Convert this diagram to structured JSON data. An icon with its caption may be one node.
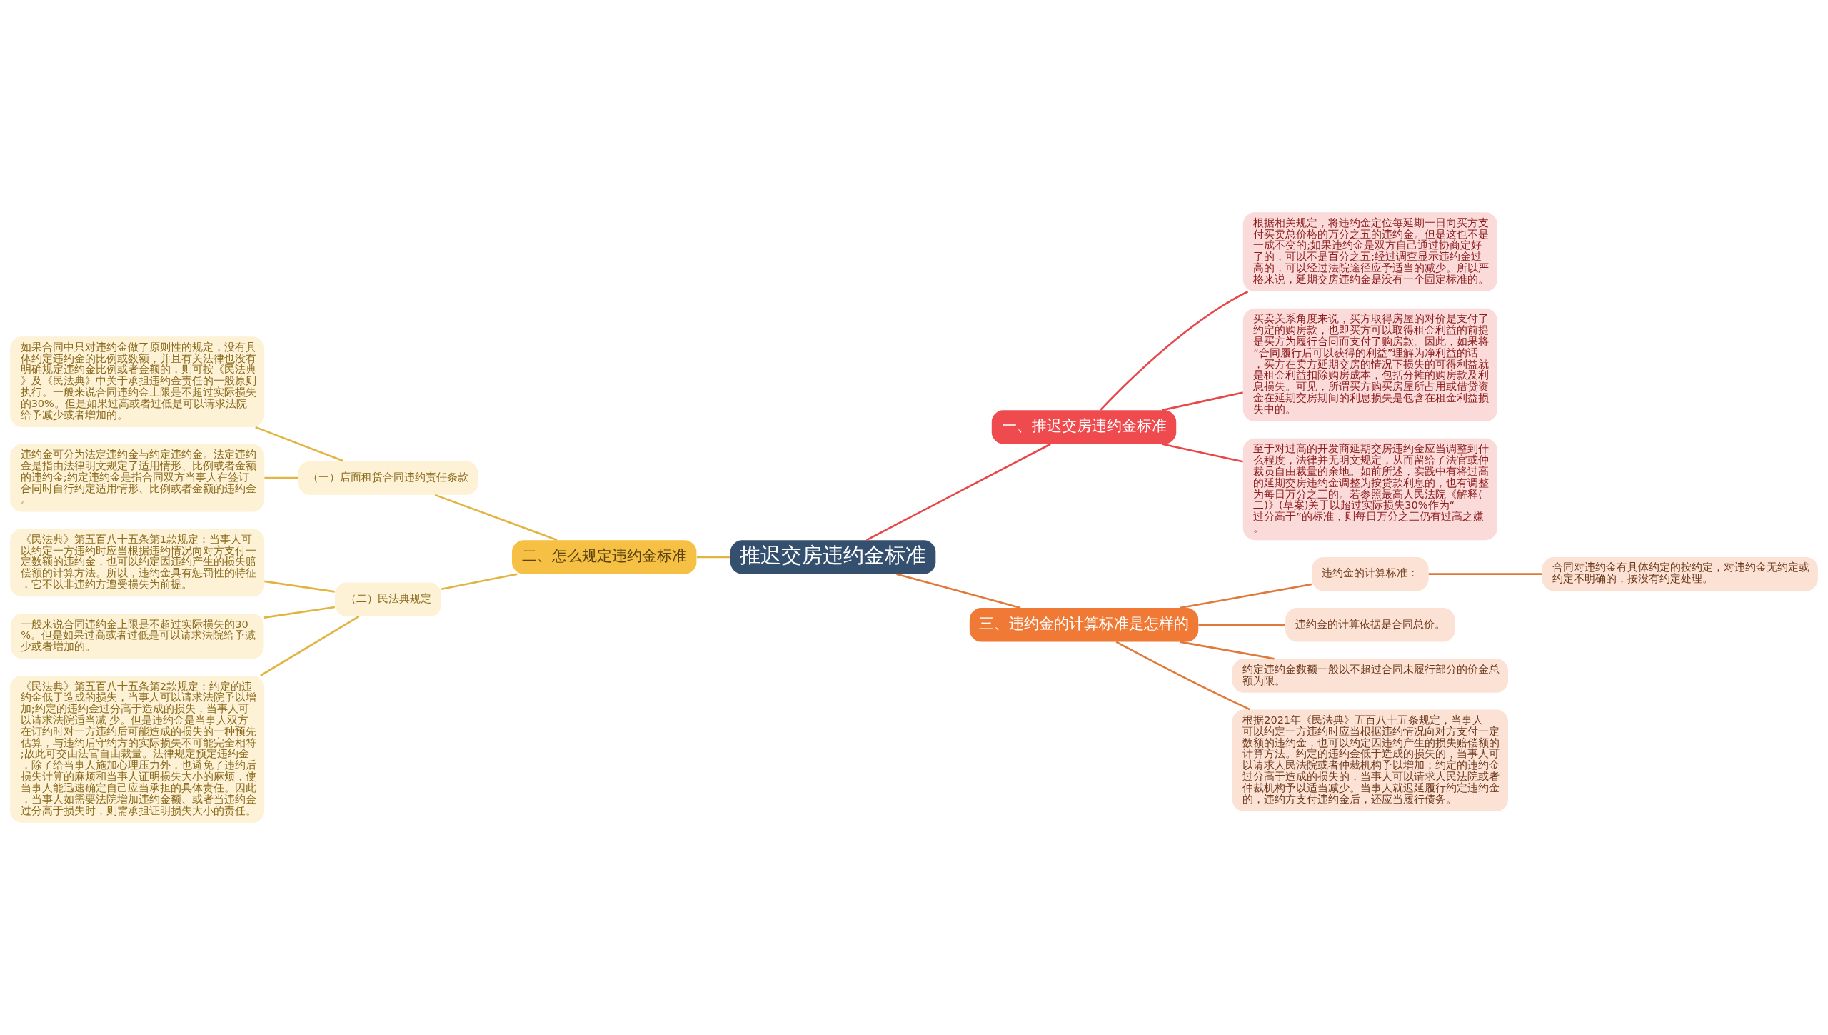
{
  "diagram": {
    "nodes": [
      {
        "text": [
          "推迟交房违约金标准"
        ]
      },
      {
        "text": [
          "一、推迟交房违约金标准"
        ]
      },
      {
        "text": [
          "根据相关规定，将违约金定位每延期一日向买方支付买卖总价格的万分之五的违约金。但是这也不是一成不变的;如果违约金是双方自己通过协商定好了的，可以不是百分之五;经过调查显示违约金过高的，可以经过法院途径应予适当的减少。所以严格来说，延期交房违约金是没有一个固定标准的。"
        ]
      },
      {
        "text": [
          "买卖关系角度来说，买方取得房屋的对价是支付了约定的购房款，也即买方可以取得租金利益的前提是买方为履行合同而支付了购房款。因此，如果将“合同履行后可以获得的利益”理解为净利益的话，买方在卖方延期交房的情况下损失的可得利益就是租金利益扣除购房成本，包括分摊的购房款及利息损失。可见，所谓买方购买房屋所占用或借贷资金在延期交房期间的利息损失是包含在租金利益损失中的。"
        ]
      },
      {
        "text": [
          "至于对过高的开发商延期交房违约金应当调整到什么程度，法律并无明文规定，从而留给了法官或仲裁员自由裁量的余地。如前所述，实践中有将过高的延期交房违约金调整为按贷款利息的，也有调整为每日万分之三的。若参照最高人民法院《解释(二)》(草案)关于以超过实际损失30%作为“过分高于”的标准，则每日万分之三仍有过高之嫌。"
        ]
      },
      {
        "text": [
          "二、怎么规定违约金标准"
        ]
      },
      {
        "text": [
          "（一）店面租赁合同违约责任条款"
        ]
      },
      {
        "text": [
          "如果合同中只对违约金做了原则性的规定，没有具体约定违约金的比例或数额，并且有关法律也没有明确规定违约金比例或者金额的，则可按《民法典》及《民法典》中关于承担违约金责任的一般原则执行。一般来说合同违约金上限是不超过实际损失的30%。但是如果过高或者过低是可以请求法院给予减少或者增加的。"
        ]
      },
      {
        "text": [
          "违约金可分为法定违约金与约定违约金。法定违约金是指由法律明文规定了适用情形、比例或者金额的违约金;约定违约金是指合同双方当事人在签订合同时自行约定适用情形、比例或者金额的违约金。"
        ]
      },
      {
        "text": [
          "（二）民法典规定"
        ]
      },
      {
        "text": [
          "《民法典》第五百八十五条第1款规定：当事人可以约定一方违约时应当根据违约情况向对方支付一定数额的违约金，也可以约定因违约产生的损失赔偿额的计算方法。所以，违约金具有惩罚性的特征，它不以非违约方遭受损失为前提。"
        ]
      },
      {
        "text": [
          "一般来说合同违约金上限是不超过实际损失的30%。但是如果过高或者过低是可以请求法院给予减少或者增加的。"
        ]
      },
      {
        "text": [
          "《民法典》第五百八十五条第2款规定：约定的违约金低于造成的损失，当事人可以请求法院予以增加;约定的违约金过分高于造成的损失，当事人可以请求法院适当减 少。但是违约金是当事人双方在订约时对一方违约后可能造成的损失的一种预先估算，与违约后守约方的实际损失不可能完全相符;故此可交由法官自由裁量。法律规定预定违约金，除了给当事人施加心理压力外，也避免了违约后损失计算的麻烦和当事人证明损失大小的麻烦，使当事人能迅速确定自己应当承担的具体责任。因此，当事人如需要法院增加违约金额、或者当违约金过分高于损失时，则需承担证明损失大小的责任。"
        ]
      },
      {
        "text": [
          "三、违约金的计算标准是怎样的"
        ]
      },
      {
        "text": [
          "违约金的计算标准："
        ]
      },
      {
        "text": [
          "合同对违约金有具体约定的按约定，对违约金无约定或约定不明确的，按没有约定处理。"
        ]
      },
      {
        "text": [
          "违约金的计算依据是合同总价。"
        ]
      },
      {
        "text": [
          "约定违约金数额一般以不超过合同未履行部分的价金总额为限。"
        ]
      },
      {
        "text": [
          "根据2021年《民法典》五百八十五条规定，当事人可以约定一方违约时应当根据违约情况向对方支付一定数额的违约金，也可以约定因违约产生的损失赔偿额的计算方法。约定的违约金低于造成的损失的，当事人可以请求人民法院或者仲裁机构予以增加；约定的违约金过分高于造成的损失的，当事人可以请求人民法院或者仲裁机构予以适当减少。当事人就迟延履行约定违约金的，违约方支付违约金后，还应当履行债务。"
        ]
      }
    ],
    "edges": [
      {
        "from": 0,
        "to": 1,
        "arrow": "none",
        "color": "#e8474a"
      },
      {
        "from": 1,
        "to": 2,
        "arrow": "none",
        "color": "#e8474a"
      },
      {
        "from": 1,
        "to": 3,
        "arrow": "none",
        "color": "#e8474a"
      },
      {
        "from": 1,
        "to": 4,
        "arrow": "none",
        "color": "#e8474a"
      },
      {
        "from": 0,
        "to": 5,
        "arrow": "none"
      },
      {
        "from": 5,
        "to": 6,
        "arrow": "none"
      },
      {
        "from": 6,
        "to": 7,
        "arrow": "none"
      },
      {
        "from": 6,
        "to": 8,
        "arrow": "none"
      },
      {
        "from": 5,
        "to": 9,
        "arrow": "none"
      },
      {
        "from": 9,
        "to": 10,
        "arrow": "none"
      },
      {
        "from": 9,
        "to": 11,
        "arrow": "none"
      },
      {
        "from": 9,
        "to": 12,
        "arrow": "none"
      },
      {
        "from": 0,
        "to": 13,
        "arrow": "none",
        "color": "#e0793a"
      },
      {
        "from": 13,
        "to": 14,
        "arrow": "none",
        "color": "#e0793a"
      },
      {
        "from": 14,
        "to": 15,
        "arrow": "none",
        "color": "#e0793a"
      },
      {
        "from": 13,
        "to": 16,
        "arrow": "none",
        "color": "#e0793a"
      },
      {
        "from": 13,
        "to": 17,
        "arrow": "none",
        "color": "#e0793a"
      },
      {
        "from": 13,
        "to": 18,
        "arrow": "none",
        "color": "#e0793a"
      }
    ]
  }
}
